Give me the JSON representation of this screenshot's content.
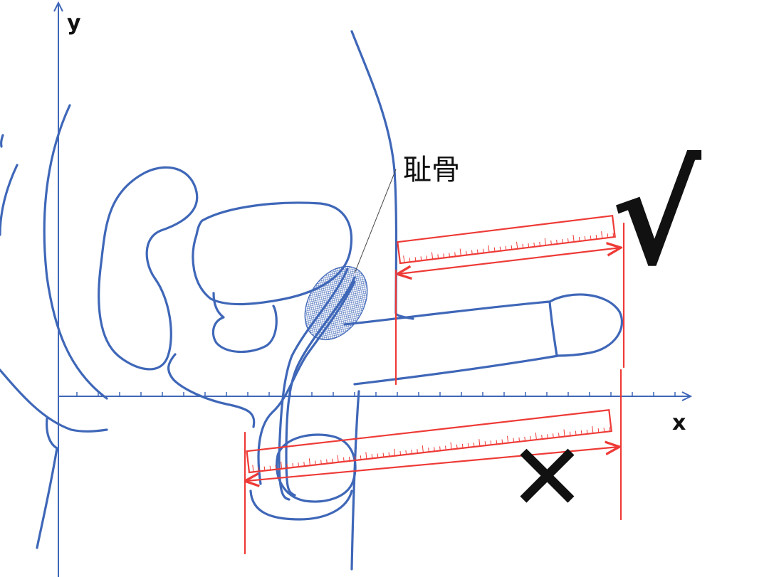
{
  "axes": {
    "x_label": "x",
    "y_label": "y"
  },
  "annotation": {
    "bone_label": "耻骨"
  },
  "marks": {
    "correct": "√",
    "incorrect": "✕"
  },
  "colors": {
    "anatomy": "#3f67b8",
    "ruler": "#ee3a36",
    "mark": "#111111"
  }
}
